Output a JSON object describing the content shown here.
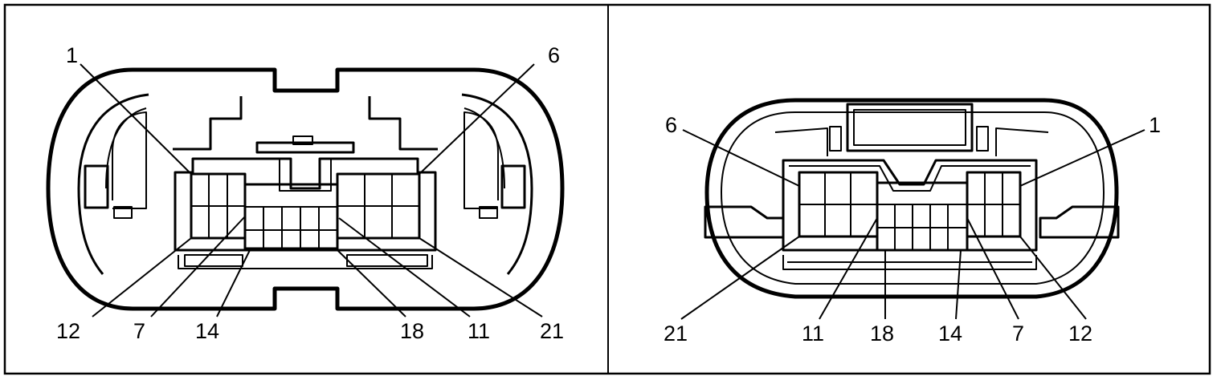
{
  "left_view": {
    "pin_labels": {
      "pin_1": "1",
      "pin_6": "6",
      "pin_12": "12",
      "pin_7": "7",
      "pin_14": "14",
      "pin_18": "18",
      "pin_11": "11",
      "pin_21": "21"
    }
  },
  "right_view": {
    "pin_labels": {
      "pin_6": "6",
      "pin_1": "1",
      "pin_21": "21",
      "pin_11": "11",
      "pin_18": "18",
      "pin_14": "14",
      "pin_7": "7",
      "pin_12": "12"
    }
  }
}
